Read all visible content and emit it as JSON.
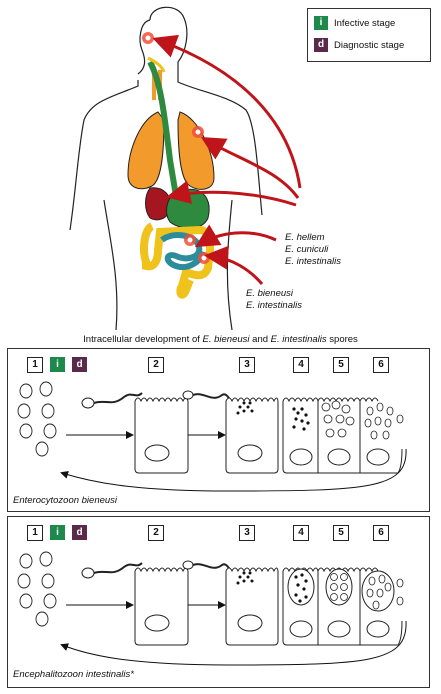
{
  "legend": {
    "infective_letter": "i",
    "infective_label": "Infective stage",
    "diagnostic_letter": "d",
    "diagnostic_label": "Diagnostic stage"
  },
  "species_upper": [
    "E. hellem",
    "E. cuniculi",
    "E. intestinalis"
  ],
  "species_lower": [
    "E. bieneusi",
    "E. intestinalis"
  ],
  "middle_title": {
    "prefix": "Intracellular development of ",
    "sp1": "E. bieneusi",
    "and": " and ",
    "sp2": "E. intestinalis",
    "suffix": " spores"
  },
  "panel1": {
    "steps": [
      "1",
      "2",
      "3",
      "4",
      "5",
      "6"
    ],
    "label": "Enterocytozoon bieneusi"
  },
  "panel2": {
    "steps": [
      "1",
      "2",
      "3",
      "4",
      "5",
      "6"
    ],
    "label": "Encephalitozoon intestinalis*"
  },
  "colors": {
    "infective": "#1d8a4b",
    "diagnostic": "#5b2a4a",
    "arrow": "#c0141b",
    "lungs": "#f39a2c",
    "stomach": "#2d8a3e",
    "intestine": "#2c8c9c",
    "colon": "#f0c21c",
    "liver": "#a51620"
  }
}
